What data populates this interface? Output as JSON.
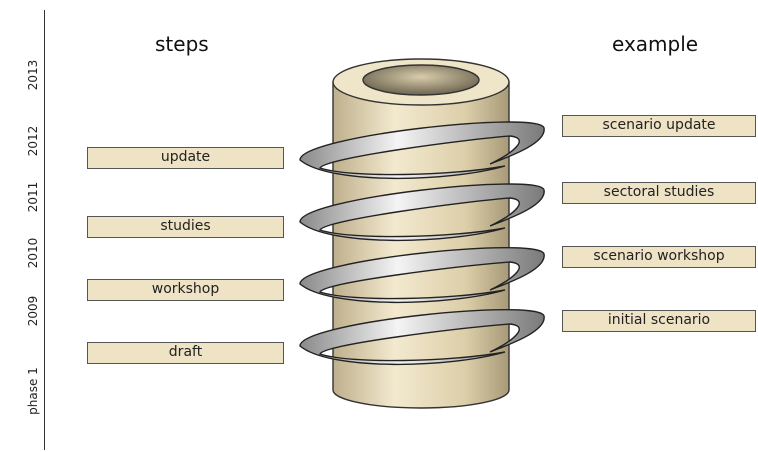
{
  "headers": {
    "steps": "steps",
    "example": "example"
  },
  "timeline": [
    "2013",
    "2012",
    "2011",
    "2010",
    "2009",
    "phase 1"
  ],
  "steps": [
    "update",
    "studies",
    "workshop",
    "draft"
  ],
  "examples": [
    "scenario update",
    "sectoral studies",
    "scenario workshop",
    "initial scenario"
  ],
  "colors": {
    "box_fill": "#efe3c6",
    "cylinder": "#e8dcbc",
    "ring": "#d9d9d9",
    "border": "#555555"
  }
}
